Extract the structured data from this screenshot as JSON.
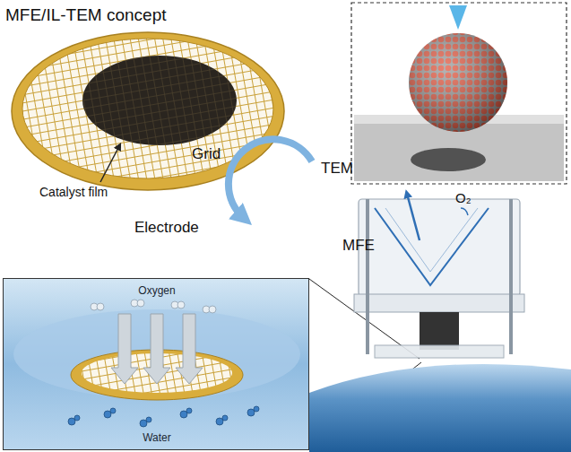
{
  "diagram": {
    "title": "MFE/IL-TEM concept",
    "nodes": [
      {
        "text": [
          "Oxygen",
          "Water"
        ]
      }
    ],
    "labels": [
      "Catalyst film",
      "Grid",
      "TEM",
      "Electrode",
      "MFE",
      "O₂"
    ]
  }
}
